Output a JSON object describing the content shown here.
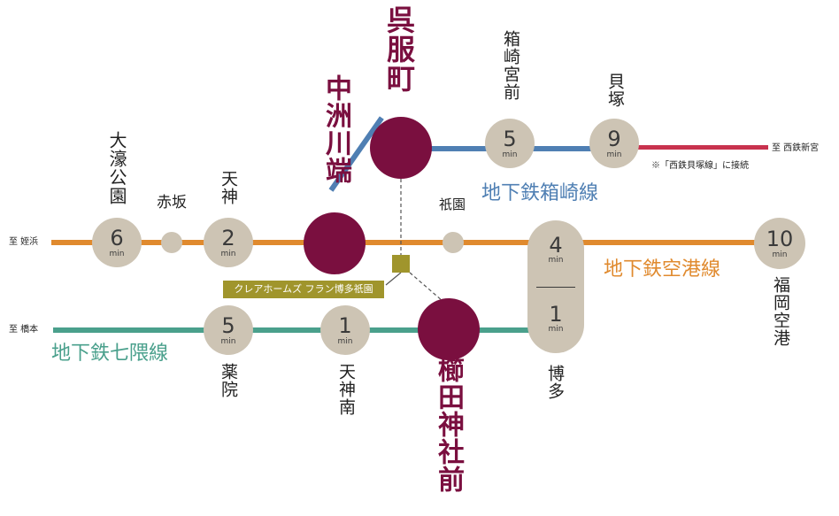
{
  "colors": {
    "airport": "#e08a2e",
    "hakozaki": "#4f7fb3",
    "nanakuma": "#4aa08c",
    "nishitetsu": "#c8324e",
    "major": "#7a0f3f",
    "station": "#cdc4b4",
    "property": "#a0952c"
  },
  "lines": {
    "airport": "地下鉄空港線",
    "hakozaki": "地下鉄箱崎線",
    "nanakuma": "地下鉄七隈線"
  },
  "directions": {
    "meinohama": "至 姪浜",
    "hashimoto": "至 橋本",
    "nishitetsu_shingu": "至 西鉄新宮"
  },
  "note": "※「西鉄貝塚線」に接続",
  "unit": "min",
  "stations": {
    "ohorikoen": {
      "name": "大濠公園",
      "min": "6"
    },
    "akasaka": {
      "name": "赤坂"
    },
    "tenjin": {
      "name": "天神",
      "min": "2"
    },
    "nakasu": {
      "name": "中洲川端"
    },
    "gofukumachi": {
      "name": "呉服町"
    },
    "hakozakimiyamae": {
      "name": "箱崎宮前",
      "min": "5"
    },
    "kaizuka": {
      "name": "貝塚",
      "min": "9"
    },
    "gion": {
      "name": "祇園"
    },
    "hakata": {
      "name": "博多",
      "min_airport": "4",
      "min_nanakuma": "1"
    },
    "fukuokakuko": {
      "name": "福岡空港",
      "min": "10"
    },
    "yakuin": {
      "name": "薬院",
      "min": "5"
    },
    "tenjinminami": {
      "name": "天神南",
      "min": "1"
    },
    "kushida": {
      "name": "櫛田神社前"
    }
  },
  "property": "クレアホームズ フラン博多祇園"
}
